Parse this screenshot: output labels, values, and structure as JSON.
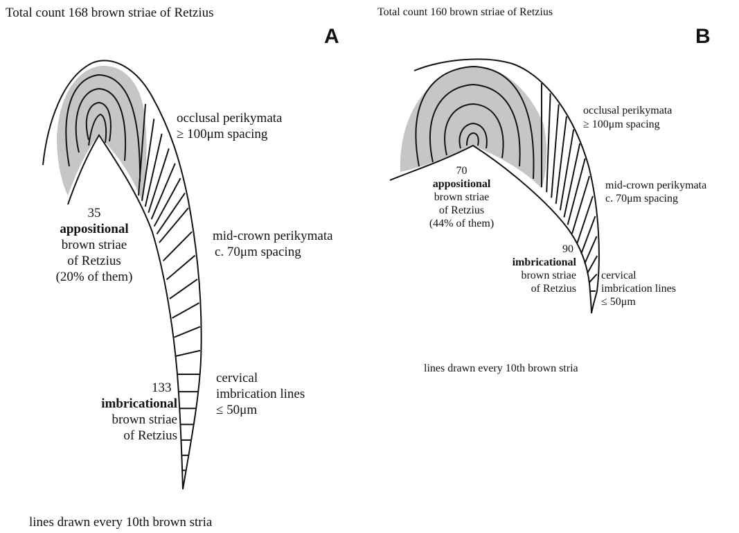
{
  "panel_a": {
    "letter": "A",
    "total": "Total count 168 brown striae of Retzius",
    "occlusal_title": "occlusal perikymata",
    "occlusal_spacing": "≥ 100μm spacing",
    "midcrown_title": "mid-crown perikymata",
    "midcrown_spacing": "c. 70μm spacing",
    "cervical_1": "cervical",
    "cervical_2": "imbrication lines",
    "cervical_3": "≤ 50μm",
    "appositional_count": "35",
    "appositional_label": "appositional",
    "appositional_line2": "brown striae",
    "appositional_line3": "of Retzius",
    "appositional_pct": "(20% of them)",
    "imbricational_count": "133",
    "imbricational_label": "imbricational",
    "imbricational_line2": "brown striae",
    "imbricational_line3": "of Retzius",
    "footer": "lines drawn every 10th brown stria"
  },
  "panel_b": {
    "letter": "B",
    "total": "Total count 160 brown striae of Retzius",
    "occlusal_title": "occlusal perikymata",
    "occlusal_spacing": "≥ 100μm spacing",
    "midcrown_title": "mid-crown perikymata",
    "midcrown_spacing": "c. 70μm spacing",
    "cervical_1": "cervical",
    "cervical_2": "imbrication lines",
    "cervical_3": "≤ 50μm",
    "appositional_count": "70",
    "appositional_label": "appositional",
    "appositional_line2": "brown striae",
    "appositional_line3": "of Retzius",
    "appositional_pct": "(44% of them)",
    "imbricational_count": "90",
    "imbricational_label": "imbricational",
    "imbricational_line2": "brown striae",
    "imbricational_line3": "of Retzius",
    "footer": "lines drawn every 10th brown stria"
  },
  "colors": {
    "appositional_fill": "#c6c6c6",
    "line": "#111111"
  }
}
